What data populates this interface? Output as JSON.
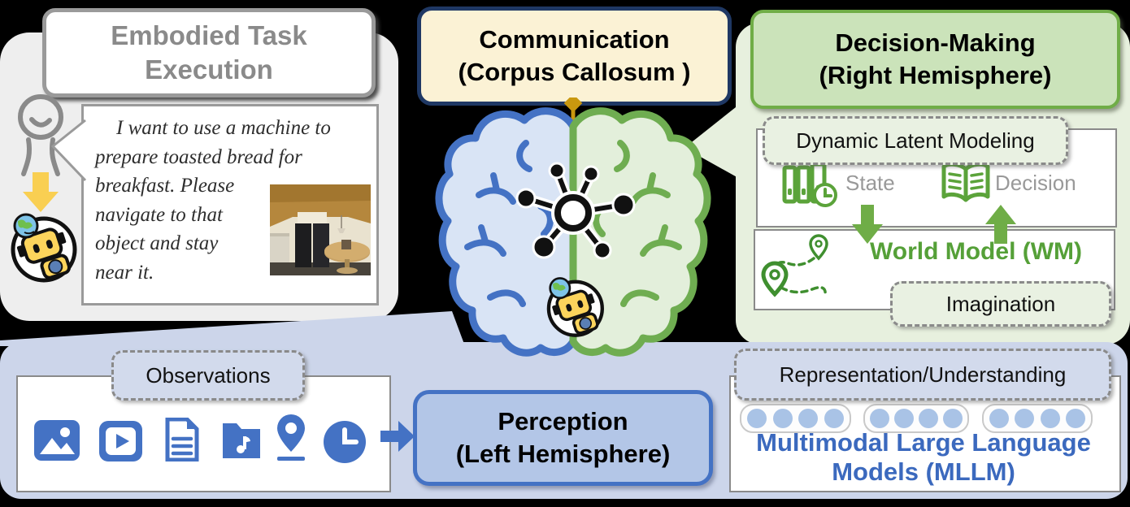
{
  "figure": {
    "task_panel": {
      "title_line1": "Embodied Task",
      "title_line2": "Execution",
      "speech_part1": "I want to use a machine to prepare toasted bread for",
      "speech_part2": "breakfast. Please navigate to that object and stay near it."
    },
    "communication_box": {
      "line1": "Communication",
      "line2": "(Corpus Callosum )"
    },
    "decision_panel": {
      "title_line1": "Decision-Making",
      "title_line2": "(Right Hemisphere)",
      "dynamic_latent_modeling_label": "Dynamic Latent Modeling",
      "state_label": "State",
      "decision_label": "Decision",
      "world_model_label": "World Model (WM)",
      "imagination_label": "Imagination"
    },
    "perception_panel": {
      "title_line1": "Perception",
      "title_line2": "(Left Hemisphere)",
      "observations_label": "Observations",
      "representation_label": "Representation/Understanding",
      "mllm_line1": "Multimodal Large Language",
      "mllm_line2": "Models (MLLM)"
    },
    "icons": [
      "person-icon",
      "robot-icon",
      "kitchen-photo",
      "yellow-down-arrow",
      "brain-left-hemisphere",
      "brain-right-hemisphere",
      "corpus-callosum-line",
      "neural-hub-icon",
      "image-icon",
      "video-icon",
      "document-icon",
      "audio-folder-icon",
      "location-pin-icon",
      "clock-icon",
      "blue-right-arrow",
      "state-archive-icon",
      "decision-book-icon",
      "green-down-arrow",
      "green-up-arrow",
      "route-icon",
      "token-dots"
    ],
    "colors": {
      "perception_blue": "#4472c4",
      "perception_fill": "#b3c6e7",
      "band_lavender": "#ccd5ea",
      "decision_green": "#70ad47",
      "decision_fill": "#cbe3ba",
      "panel_green": "#e7f0de",
      "communication_cream": "#fbf2d5",
      "communication_navy": "#1f3864",
      "callosum_gold": "#c9980f",
      "task_gray": "#8a8a8a",
      "mllm_blue": "#3b69be",
      "world_model_green": "#55a038",
      "arrow_yellow": "#f9cf52"
    }
  }
}
